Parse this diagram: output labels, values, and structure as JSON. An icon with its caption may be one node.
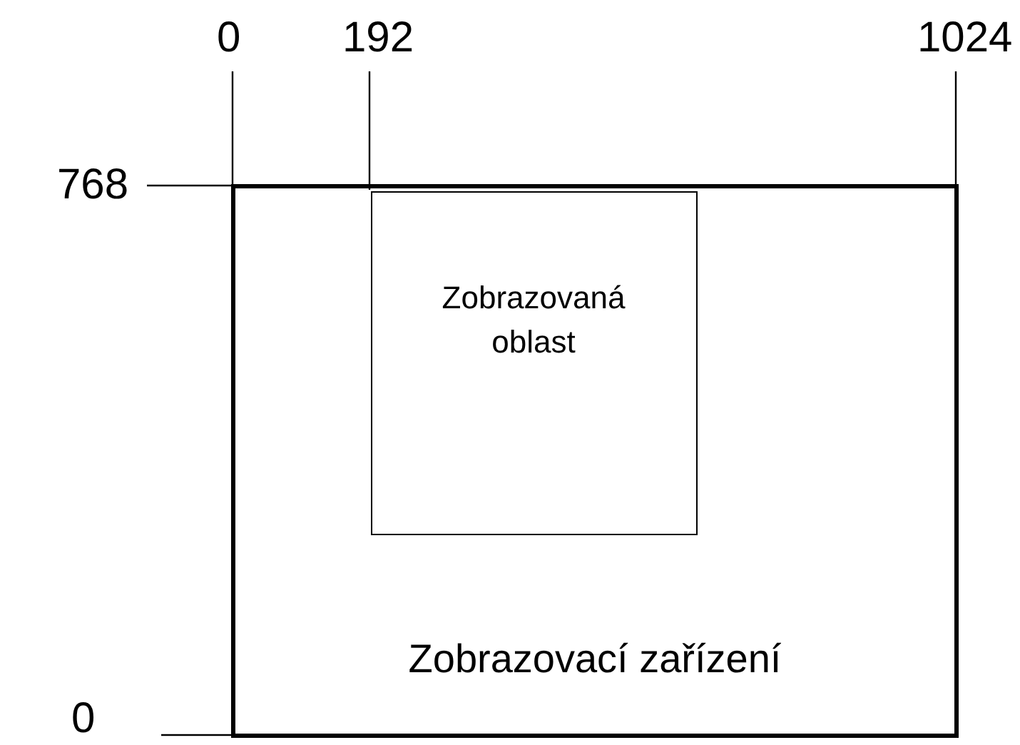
{
  "diagram": {
    "nodes": [
      {
        "text": [
          "Zobrazovací zařízení"
        ]
      },
      {
        "text": [
          "Zobrazovaná oblast"
        ],
        "in": 0
      }
    ],
    "edges": [],
    "labels": [
      "0",
      "192",
      "1024",
      "768",
      "0"
    ]
  }
}
